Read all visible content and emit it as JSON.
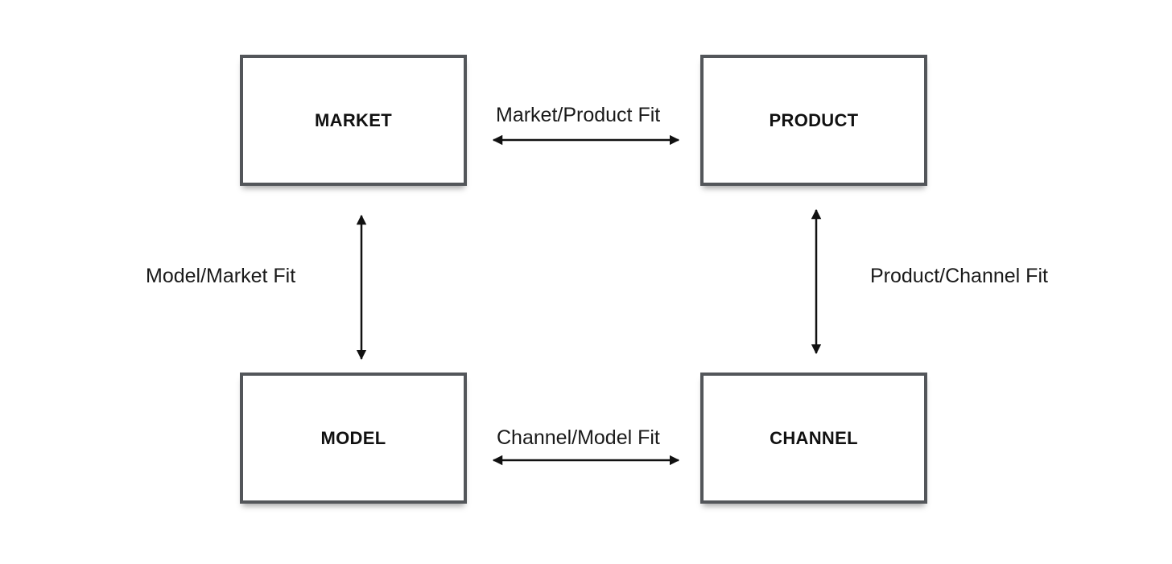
{
  "boxes": {
    "market": "MARKET",
    "product": "PRODUCT",
    "model": "MODEL",
    "channel": "CHANNEL"
  },
  "fits": {
    "market_product": "Market/Product Fit",
    "model_market": "Model/Market Fit",
    "product_channel": "Product/Channel Fit",
    "channel_model": "Channel/Model Fit"
  },
  "colors": {
    "box_border": "#53565a",
    "text": "#111111",
    "arrow": "#111111"
  }
}
